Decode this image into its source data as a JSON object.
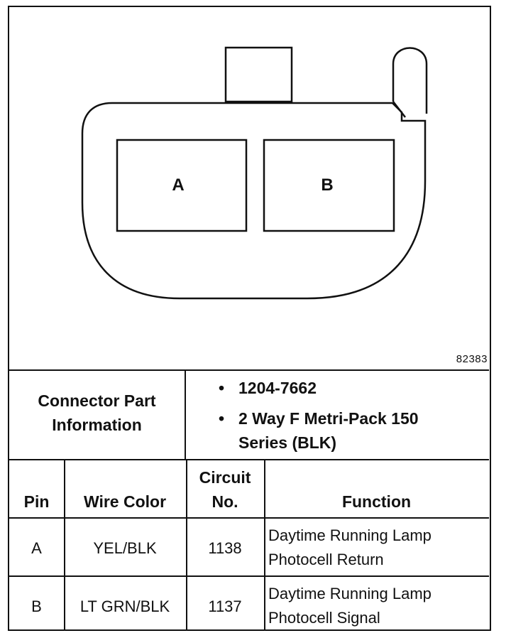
{
  "diagram": {
    "figure_id": "82383",
    "cavities": [
      {
        "label": "A"
      },
      {
        "label": "B"
      }
    ]
  },
  "connector_info": {
    "heading_line1": "Connector Part",
    "heading_line2": "Information",
    "bullet_symbol": "•",
    "bullets": [
      {
        "line1": "1204-7662",
        "line2": ""
      },
      {
        "line1": "2 Way F Metri-Pack 150",
        "line2": "Series (BLK)"
      }
    ]
  },
  "pin_table": {
    "headers": {
      "pin": "Pin",
      "wire_color": "Wire Color",
      "circuit_line1": "Circuit",
      "circuit_line2": "No.",
      "function": "Function"
    },
    "rows": [
      {
        "pin": "A",
        "wire_color": "YEL/BLK",
        "circuit": "1138",
        "function_line1": "Daytime Running Lamp",
        "function_line2": "Photocell Return"
      },
      {
        "pin": "B",
        "wire_color": "LT GRN/BLK",
        "circuit": "1137",
        "function_line1": "Daytime Running Lamp",
        "function_line2": "Photocell Signal"
      }
    ]
  }
}
